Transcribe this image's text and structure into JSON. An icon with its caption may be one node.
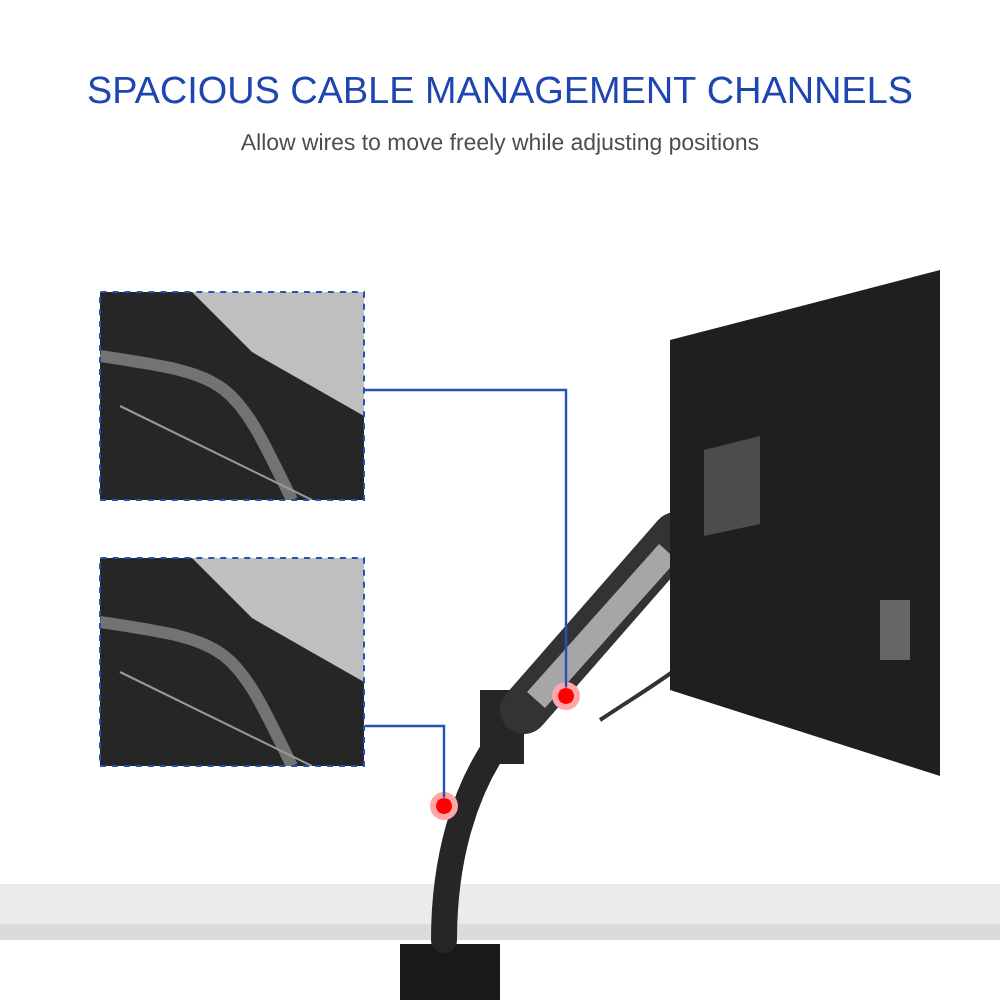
{
  "diagram": {
    "title": "SPACIOUS CABLE MANAGEMENT CHANNELS",
    "nodes": [
      {
        "text": [],
        "shape": "picture"
      },
      {
        "text": [],
        "shape": "picture"
      },
      {
        "text": [],
        "shape": "circle"
      },
      {
        "text": [],
        "shape": "circle"
      }
    ],
    "edges": [
      {
        "from": 0,
        "to": 2,
        "arrow": "none"
      },
      {
        "from": 1,
        "to": 3,
        "arrow": "none"
      }
    ],
    "labels": [
      "Allow wires to move freely while adjusting positions"
    ]
  }
}
